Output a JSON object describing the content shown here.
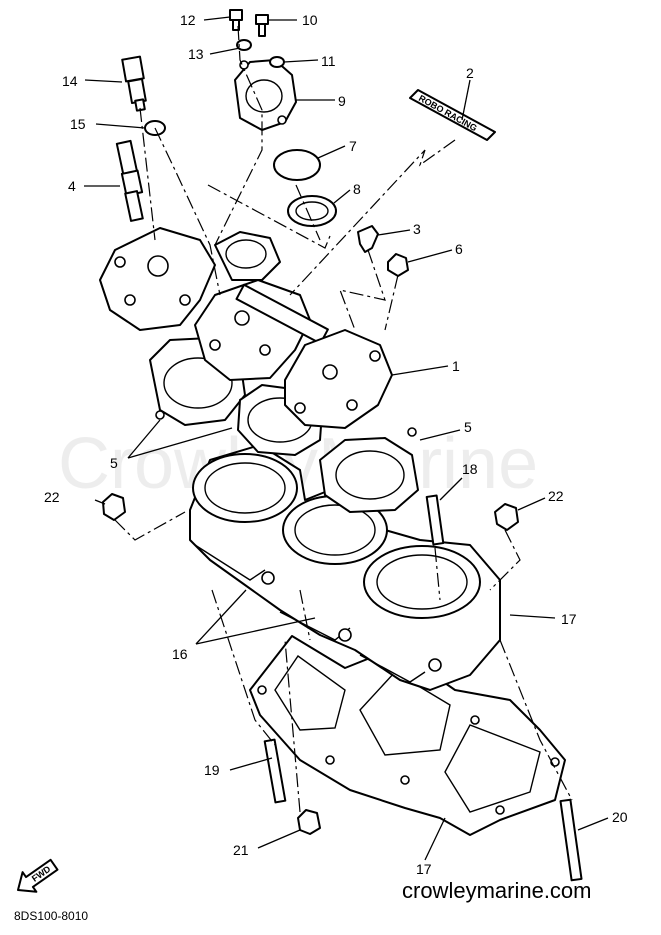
{
  "diagram": {
    "watermark": "CrowleyMarine",
    "site": "crowleymarine.com",
    "diagram_code": "8DS100-8010",
    "fwd_label": "FWD",
    "decal_text": "ROBO RACING",
    "callouts": [
      {
        "id": "c1",
        "label": "1"
      },
      {
        "id": "c2",
        "label": "2"
      },
      {
        "id": "c3",
        "label": "3"
      },
      {
        "id": "c4",
        "label": "4"
      },
      {
        "id": "c5a",
        "label": "5"
      },
      {
        "id": "c5b",
        "label": "5"
      },
      {
        "id": "c6",
        "label": "6"
      },
      {
        "id": "c7",
        "label": "7"
      },
      {
        "id": "c8",
        "label": "8"
      },
      {
        "id": "c9",
        "label": "9"
      },
      {
        "id": "c10",
        "label": "10"
      },
      {
        "id": "c11",
        "label": "11"
      },
      {
        "id": "c12",
        "label": "12"
      },
      {
        "id": "c13",
        "label": "13"
      },
      {
        "id": "c14",
        "label": "14"
      },
      {
        "id": "c15",
        "label": "15"
      },
      {
        "id": "c16",
        "label": "16"
      },
      {
        "id": "c17a",
        "label": "17"
      },
      {
        "id": "c17b",
        "label": "17"
      },
      {
        "id": "c18",
        "label": "18"
      },
      {
        "id": "c19",
        "label": "19"
      },
      {
        "id": "c20",
        "label": "20"
      },
      {
        "id": "c21",
        "label": "21"
      },
      {
        "id": "c22a",
        "label": "22"
      },
      {
        "id": "c22b",
        "label": "22"
      }
    ]
  }
}
